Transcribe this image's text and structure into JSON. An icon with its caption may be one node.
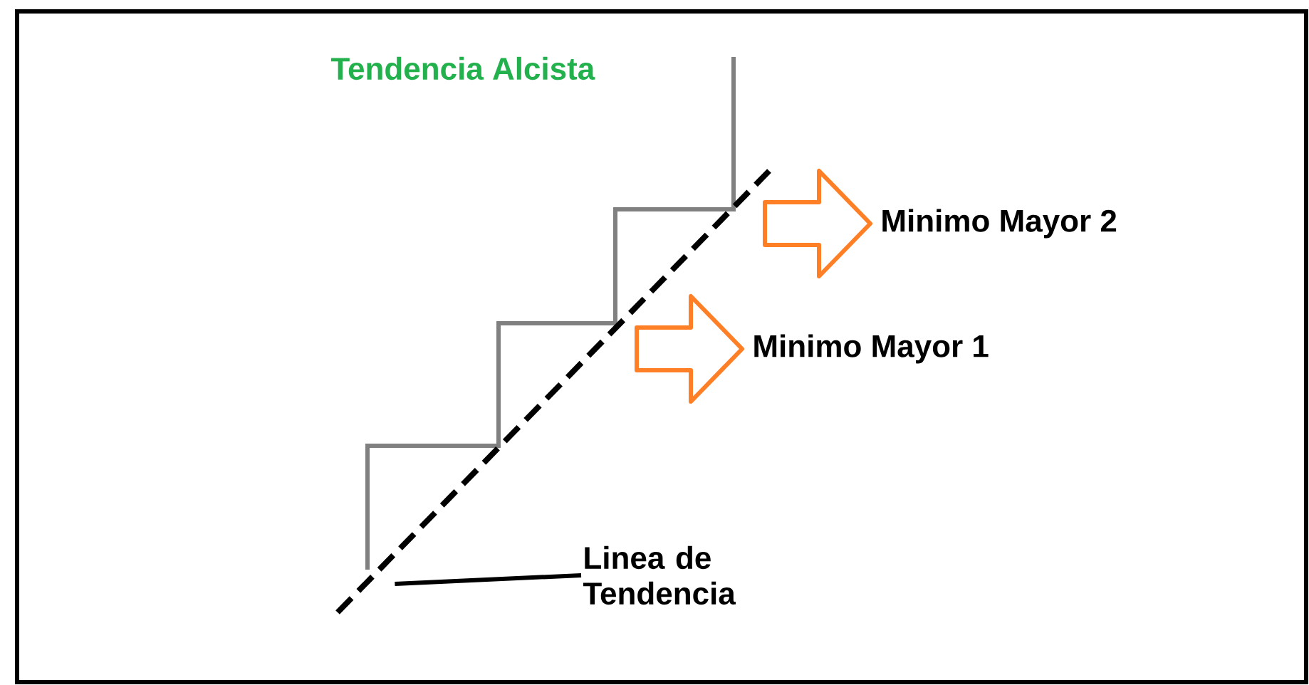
{
  "diagram": {
    "title": "Tendencia Alcista",
    "nodes": [
      {
        "text": [
          "Minimo Mayor 2"
        ]
      },
      {
        "text": [
          "Minimo Mayor 1"
        ]
      },
      {
        "text": [
          "Linea de Tendencia"
        ]
      },
      {
        "text": [],
        "shape": "line"
      }
    ],
    "edges": [
      {
        "from": null,
        "to": 0,
        "arrow": "to",
        "color": "#ff7f27"
      },
      {
        "from": null,
        "to": 1,
        "arrow": "to",
        "color": "#ff7f27"
      },
      {
        "from": 2,
        "to": 3,
        "arrow": "none"
      }
    ]
  }
}
